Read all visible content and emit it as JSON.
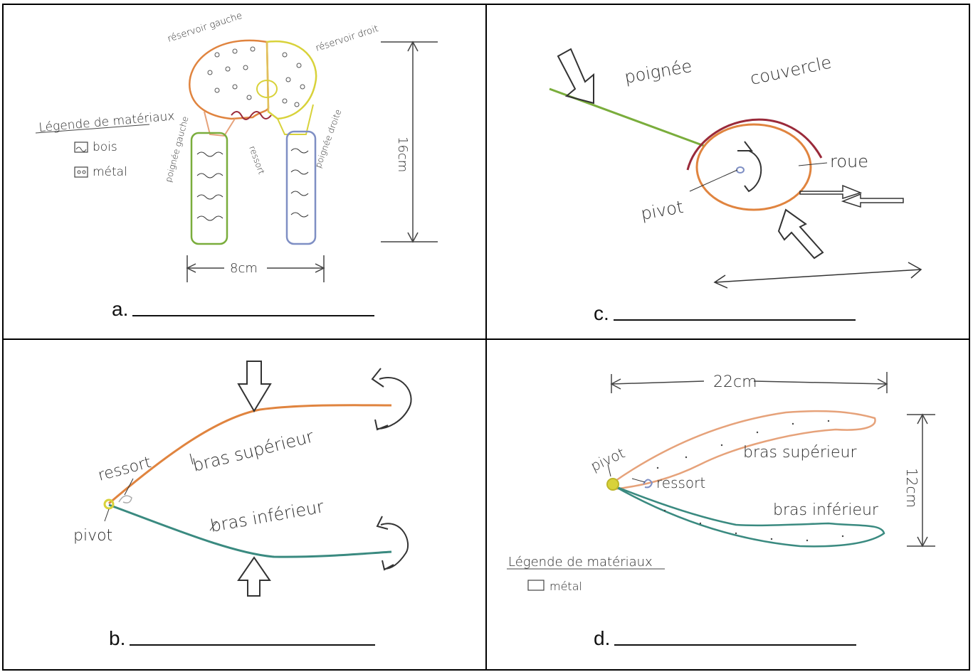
{
  "panels": {
    "a": {
      "caption": "a.",
      "labels": {
        "reservoir_gauche": "réservoir gauche",
        "reservoir_droit": "réservoir droit",
        "legend_title": "Légende de matériaux",
        "legend_wood": "bois",
        "legend_metal": "métal",
        "poignee_gauche": "poignée gauche",
        "ressort": "ressort",
        "poignee_droite": "poignée droite",
        "height": "16cm",
        "width": "8cm"
      }
    },
    "b": {
      "caption": "b.",
      "labels": {
        "ressort": "ressort",
        "bras_superieur": "bras supérieur",
        "bras_inferieur": "bras inférieur",
        "pivot": "pivot"
      }
    },
    "c": {
      "caption": "c.",
      "labels": {
        "poignee": "poignée",
        "couvercle": "couvercle",
        "roue": "roue",
        "pivot": "pivot"
      }
    },
    "d": {
      "caption": "d.",
      "labels": {
        "width": "22cm",
        "pivot": "pivot",
        "bras_superieur": "bras supérieur",
        "ressort": "ressort",
        "height": "12cm",
        "bras_inferieur": "bras inférieur",
        "legend_title": "Légende de matériaux",
        "legend_metal": "métal"
      }
    }
  },
  "colors": {
    "orange": "#e0843f",
    "yellow": "#d8d23a",
    "green": "#7aad3c",
    "blue": "#7f8fc4",
    "red": "#9a2a3a",
    "teal": "#3a8a80",
    "peach": "#e6a27a",
    "ink": "#333333"
  }
}
